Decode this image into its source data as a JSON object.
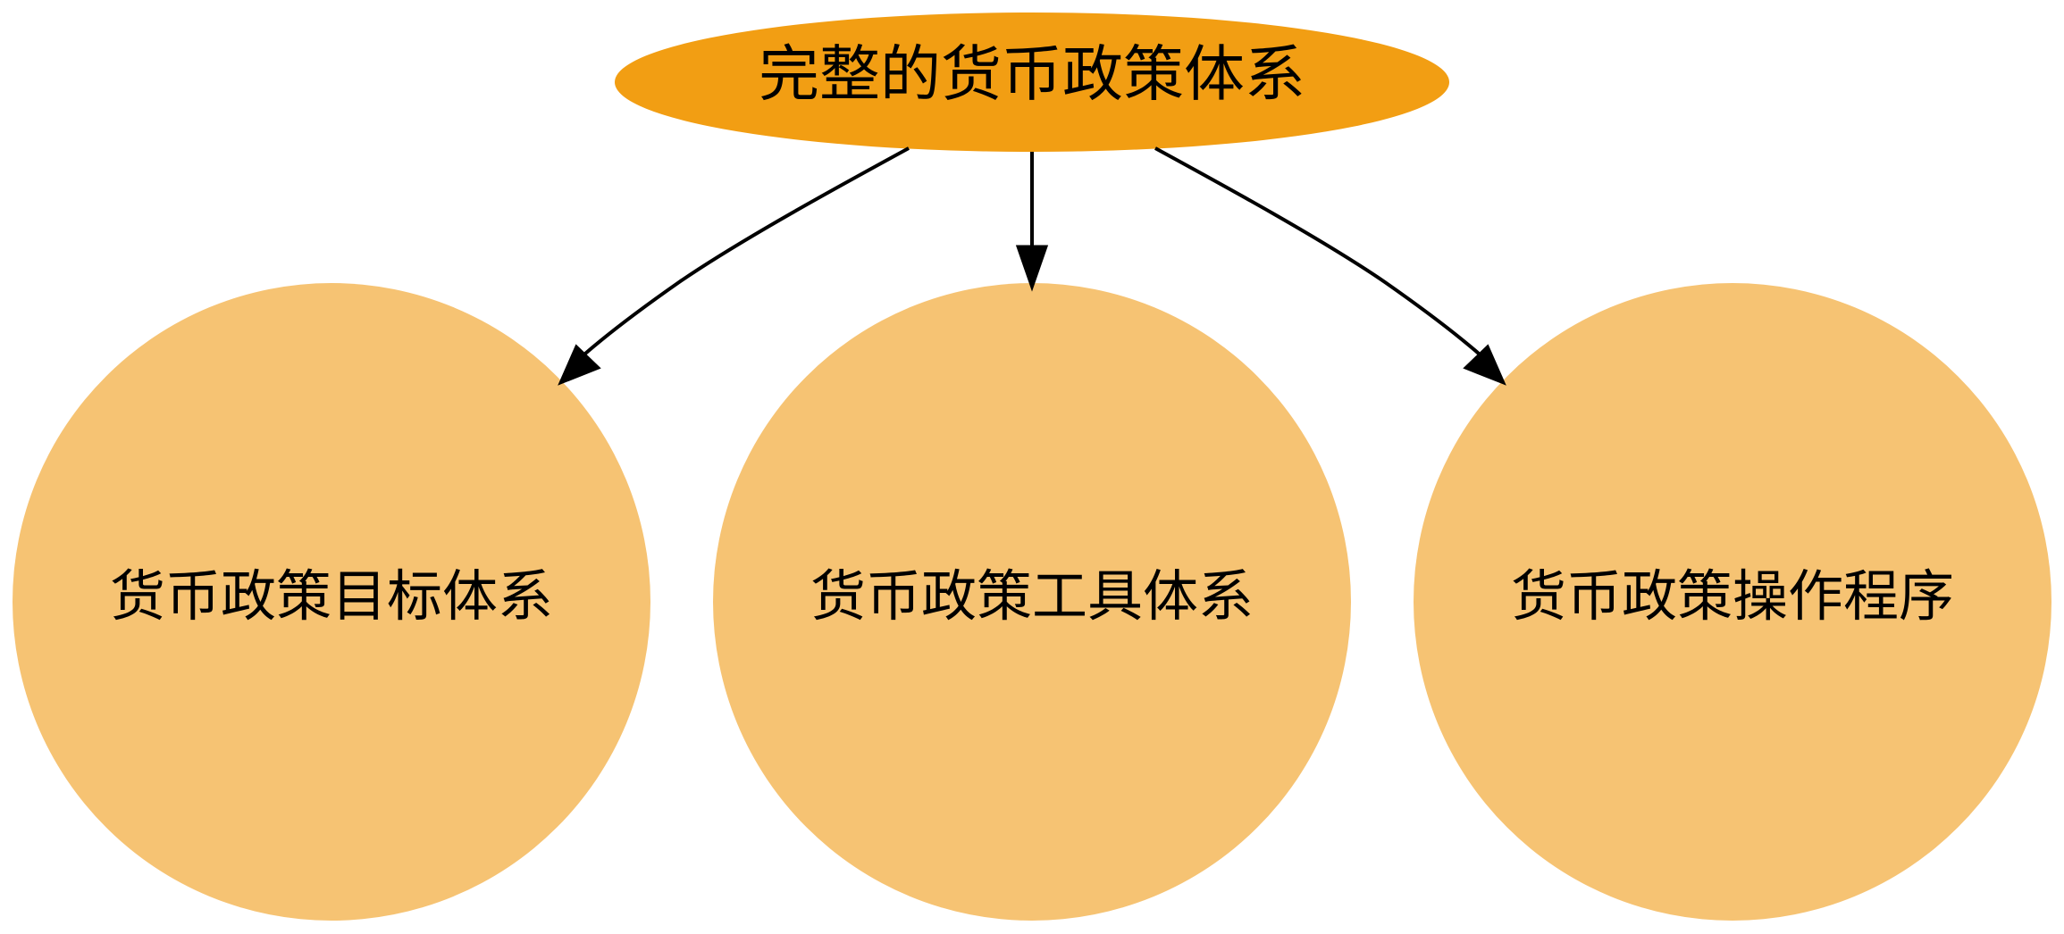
{
  "diagram": {
    "root": {
      "label": "完整的货币政策体系",
      "color": "#f29e13"
    },
    "children": [
      {
        "label": "货币政策目标体系",
        "color": "#f6c373"
      },
      {
        "label": "货币政策工具体系",
        "color": "#f6c373"
      },
      {
        "label": "货币政策操作程序",
        "color": "#f6c373"
      }
    ],
    "edge_color": "#000000"
  }
}
